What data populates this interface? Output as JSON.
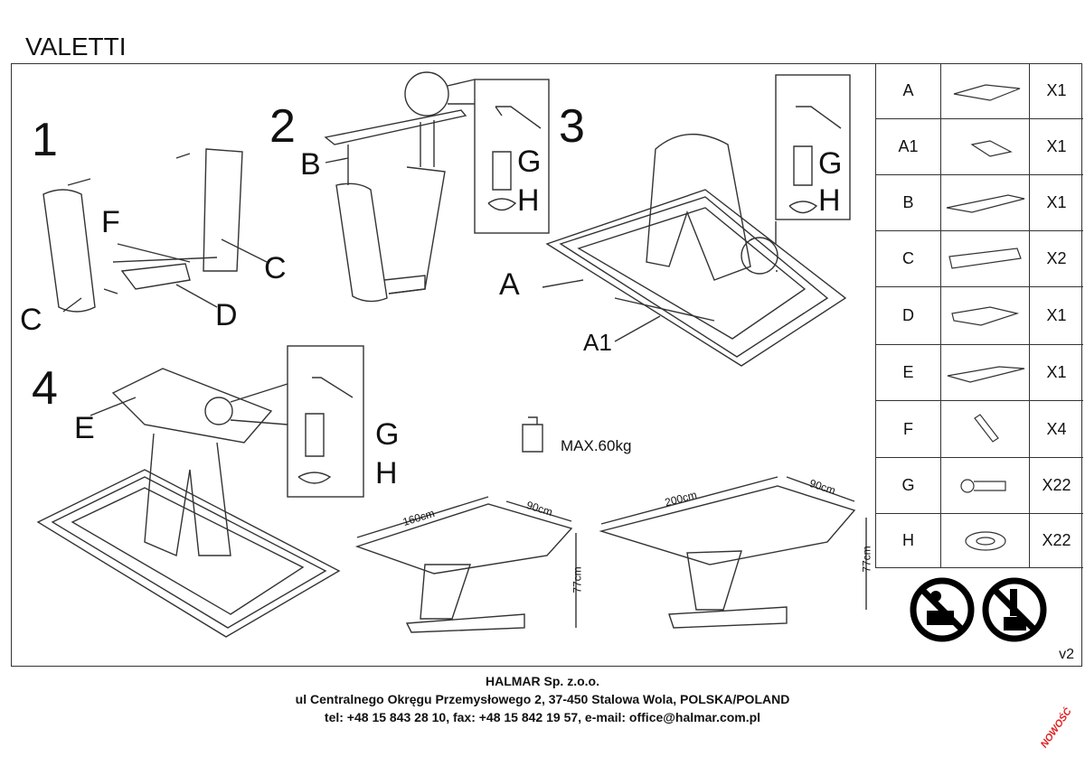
{
  "title": "VALETTI",
  "steps": {
    "s1": {
      "number": "1",
      "labels": [
        "C",
        "F",
        "C",
        "D"
      ]
    },
    "s2": {
      "number": "2",
      "labels": [
        "B",
        "G",
        "H"
      ]
    },
    "s3": {
      "number": "3",
      "labels": [
        "A",
        "A1",
        "G",
        "H"
      ]
    },
    "s4": {
      "number": "4",
      "labels": [
        "E",
        "G",
        "H"
      ]
    }
  },
  "max_load": "MAX.60kg",
  "dimensions": {
    "closed": {
      "length": "160cm",
      "width": "90cm",
      "height": "77cm"
    },
    "extended": {
      "length": "200cm",
      "width": "90cm",
      "height": "77cm"
    }
  },
  "parts": [
    {
      "id": "A",
      "qty": "X1"
    },
    {
      "id": "A1",
      "qty": "X1"
    },
    {
      "id": "B",
      "qty": "X1"
    },
    {
      "id": "C",
      "qty": "X2"
    },
    {
      "id": "D",
      "qty": "X1"
    },
    {
      "id": "E",
      "qty": "X1"
    },
    {
      "id": "F",
      "qty": "X4"
    },
    {
      "id": "G",
      "qty": "X22"
    },
    {
      "id": "H",
      "qty": "X22"
    }
  ],
  "version": "v2",
  "footer": {
    "company": "HALMAR Sp. z.o.o.",
    "address": "ul Centralnego Okręgu Przemysłowego 2, 37-450 Stalowa Wola, POLSKA/POLAND",
    "contact": "tel: +48 15 843 28 10, fax: +48 15 842 19 57, e-mail: office@halmar.com.pl"
  },
  "badge": "NOWOŚĆ"
}
